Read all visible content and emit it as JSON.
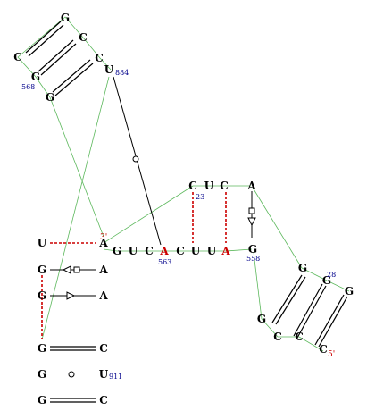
{
  "colors": {
    "nucleotide": "#000000",
    "highlight": "#cc0000",
    "number": "#00008b",
    "backbone": "#5cb85c",
    "pair": "#000000",
    "noncanonical": "#cc0000"
  },
  "nucleotides": [
    {
      "id": "g1",
      "text": "G"
    },
    {
      "id": "c1",
      "text": "C"
    },
    {
      "id": "c2",
      "text": "C"
    },
    {
      "id": "c3",
      "text": "C"
    },
    {
      "id": "g2",
      "text": "G"
    },
    {
      "id": "g3",
      "text": "G"
    },
    {
      "id": "u884",
      "text": "U"
    },
    {
      "id": "c23",
      "text": "C"
    },
    {
      "id": "u_top",
      "text": "U"
    },
    {
      "id": "c_top",
      "text": "C"
    },
    {
      "id": "a_top",
      "text": "A"
    },
    {
      "id": "g_m1",
      "text": "G"
    },
    {
      "id": "u_m",
      "text": "U"
    },
    {
      "id": "c_m1",
      "text": "C"
    },
    {
      "id": "a563",
      "text": "A"
    },
    {
      "id": "c_m2",
      "text": "C"
    },
    {
      "id": "u_m2",
      "text": "U"
    },
    {
      "id": "u_m3",
      "text": "U"
    },
    {
      "id": "a_m",
      "text": "A"
    },
    {
      "id": "g558",
      "text": "G"
    },
    {
      "id": "u_l",
      "text": "U"
    },
    {
      "id": "a_3p",
      "text": "A"
    },
    {
      "id": "g_l1",
      "text": "G"
    },
    {
      "id": "a_r1",
      "text": "A"
    },
    {
      "id": "g_l2",
      "text": "G"
    },
    {
      "id": "a_r2",
      "text": "A"
    },
    {
      "id": "g_l3",
      "text": "G"
    },
    {
      "id": "c_r3",
      "text": "C"
    },
    {
      "id": "g_l4",
      "text": "G"
    },
    {
      "id": "u911",
      "text": "U"
    },
    {
      "id": "g_l5",
      "text": "G"
    },
    {
      "id": "c_r5",
      "text": "C"
    },
    {
      "id": "g_rs",
      "text": "G"
    },
    {
      "id": "g28",
      "text": "G"
    },
    {
      "id": "g_rs2",
      "text": "G"
    },
    {
      "id": "g_rb",
      "text": "G"
    },
    {
      "id": "c_rb1",
      "text": "C"
    },
    {
      "id": "c_rb2",
      "text": "C"
    },
    {
      "id": "c_5p",
      "text": "C"
    }
  ],
  "labels": [
    {
      "id": "lbl568",
      "text": "568"
    },
    {
      "id": "lbl884",
      "text": "884"
    },
    {
      "id": "lbl23",
      "text": "23"
    },
    {
      "id": "lbl563",
      "text": "563"
    },
    {
      "id": "lbl558",
      "text": "558"
    },
    {
      "id": "lbl28",
      "text": "28"
    },
    {
      "id": "lbl911",
      "text": "911"
    },
    {
      "id": "lbl3p",
      "text": "3'"
    },
    {
      "id": "lbl5p",
      "text": "5'"
    }
  ]
}
